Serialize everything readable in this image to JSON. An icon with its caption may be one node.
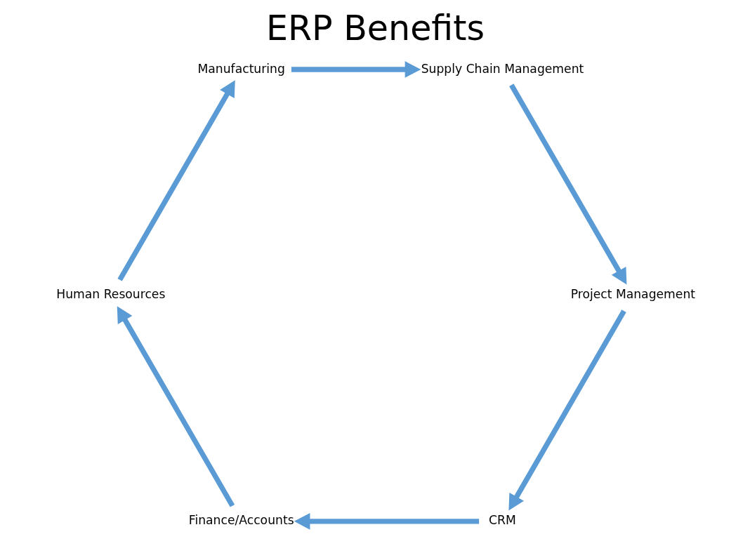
{
  "diagram": {
    "title": "ERP Benefits",
    "nodes": [
      {
        "text": [
          "CRM"
        ]
      },
      {
        "text": [
          "Finance/Accounts"
        ]
      },
      {
        "text": [
          "Human Resources"
        ]
      },
      {
        "text": [
          "Manufacturing"
        ]
      },
      {
        "text": [
          "Supply Chain Management"
        ]
      },
      {
        "text": [
          "Project Management"
        ]
      }
    ],
    "edges": [
      {
        "from": 0,
        "to": 1,
        "arrow": "to"
      },
      {
        "from": 1,
        "to": 2,
        "arrow": "to"
      },
      {
        "from": 2,
        "to": 3,
        "arrow": "to"
      },
      {
        "from": 3,
        "to": 4,
        "arrow": "to"
      },
      {
        "from": 4,
        "to": 5,
        "arrow": "to"
      },
      {
        "from": 5,
        "to": 0,
        "arrow": "to"
      }
    ]
  }
}
